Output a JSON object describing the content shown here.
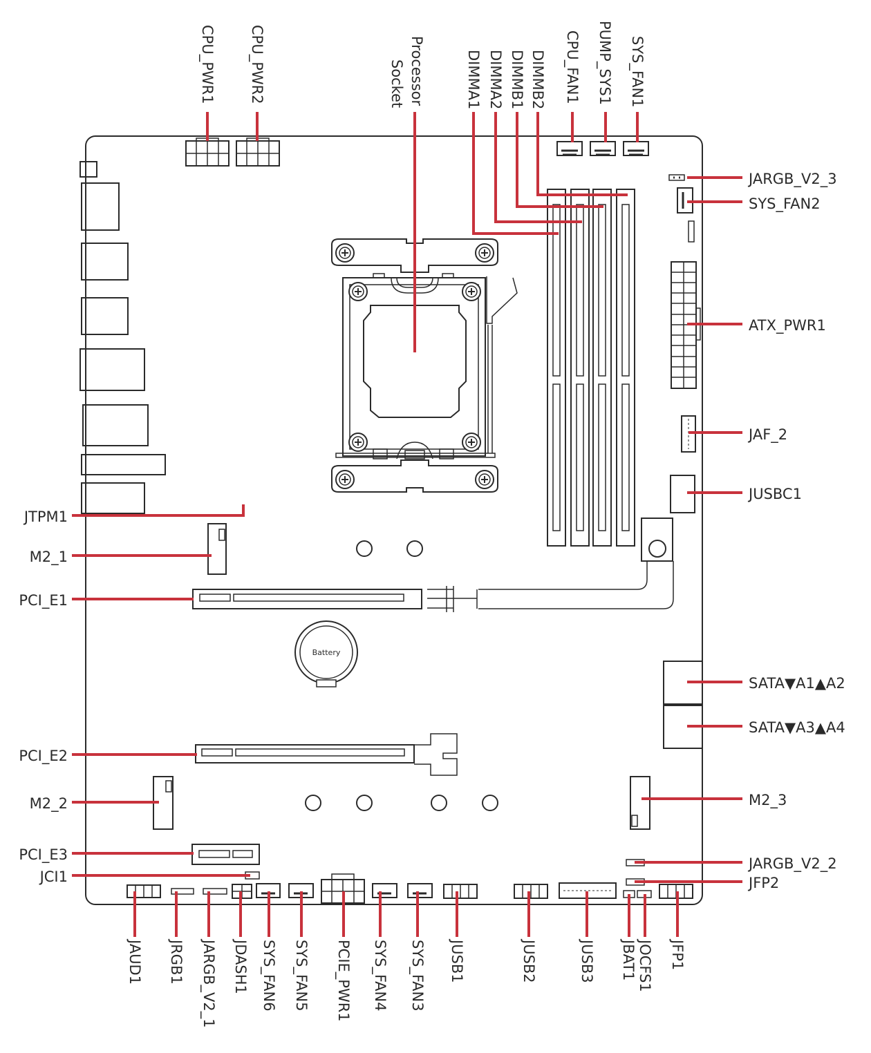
{
  "colors": {
    "leader": "#c8323c",
    "outline": "#2a2a2a",
    "background": "#ffffff"
  },
  "labels": {
    "cpu_pwr1": "CPU_PWR1",
    "cpu_pwr2": "CPU_PWR2",
    "processor": "Processor",
    "socket": "Socket",
    "dimma1": "DIMMA1",
    "dimma2": "DIMMA2",
    "dimmb1": "DIMMB1",
    "dimmb2": "DIMMB2",
    "cpu_fan1": "CPU_FAN1",
    "pump_sys1": "PUMP_SYS1",
    "sys_fan1": "SYS_FAN1",
    "jargb_v2_3": "JARGB_V2_3",
    "sys_fan2": "SYS_FAN2",
    "atx_pwr1": "ATX_PWR1",
    "jaf_2": "JAF_2",
    "jusbc1": "JUSBC1",
    "sata_a1a2": "SATA▼A1▲A2",
    "sata_a3a4": "SATA▼A3▲A4",
    "m2_3": "M2_3",
    "jargb_v2_2": "JARGB_V2_2",
    "jfp2": "JFP2",
    "jtpm1": "JTPM1",
    "m2_1": "M2_1",
    "pci_e1": "PCI_E1",
    "pci_e2": "PCI_E2",
    "m2_2": "M2_2",
    "pci_e3": "PCI_E3",
    "jci1": "JCI1",
    "jaud1": "JAUD1",
    "jrgb1": "JRGB1",
    "jargb_v2_1": "JARGB_V2_1",
    "jdash1": "JDASH1",
    "sys_fan6": "SYS_FAN6",
    "sys_fan5": "SYS_FAN5",
    "pcie_pwr1": "PCIE_PWR1",
    "sys_fan4": "SYS_FAN4",
    "sys_fan3": "SYS_FAN3",
    "jusb1": "JUSB1",
    "jusb2": "JUSB2",
    "jusb3": "JUSB3",
    "jbat1": "JBAT1",
    "jocfs1": "JOCFS1",
    "jfp1": "JFP1",
    "battery": "Battery"
  }
}
